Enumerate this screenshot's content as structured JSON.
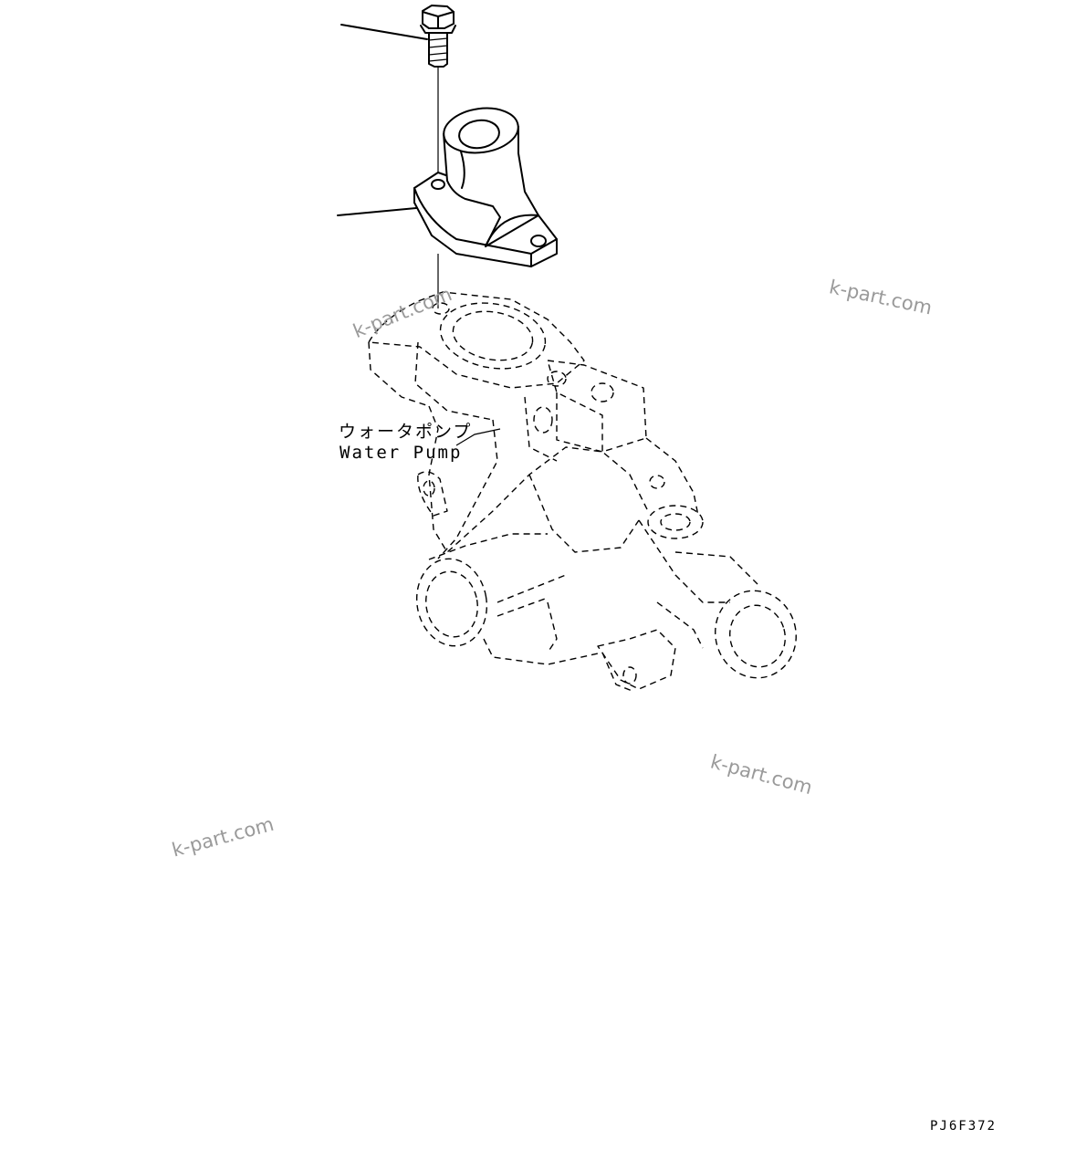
{
  "labels": {
    "part_name_jp": "ウォータポンプ",
    "part_name_en": "Water Pump"
  },
  "watermark": "k-part.com",
  "figure_code": "PJ6F372"
}
